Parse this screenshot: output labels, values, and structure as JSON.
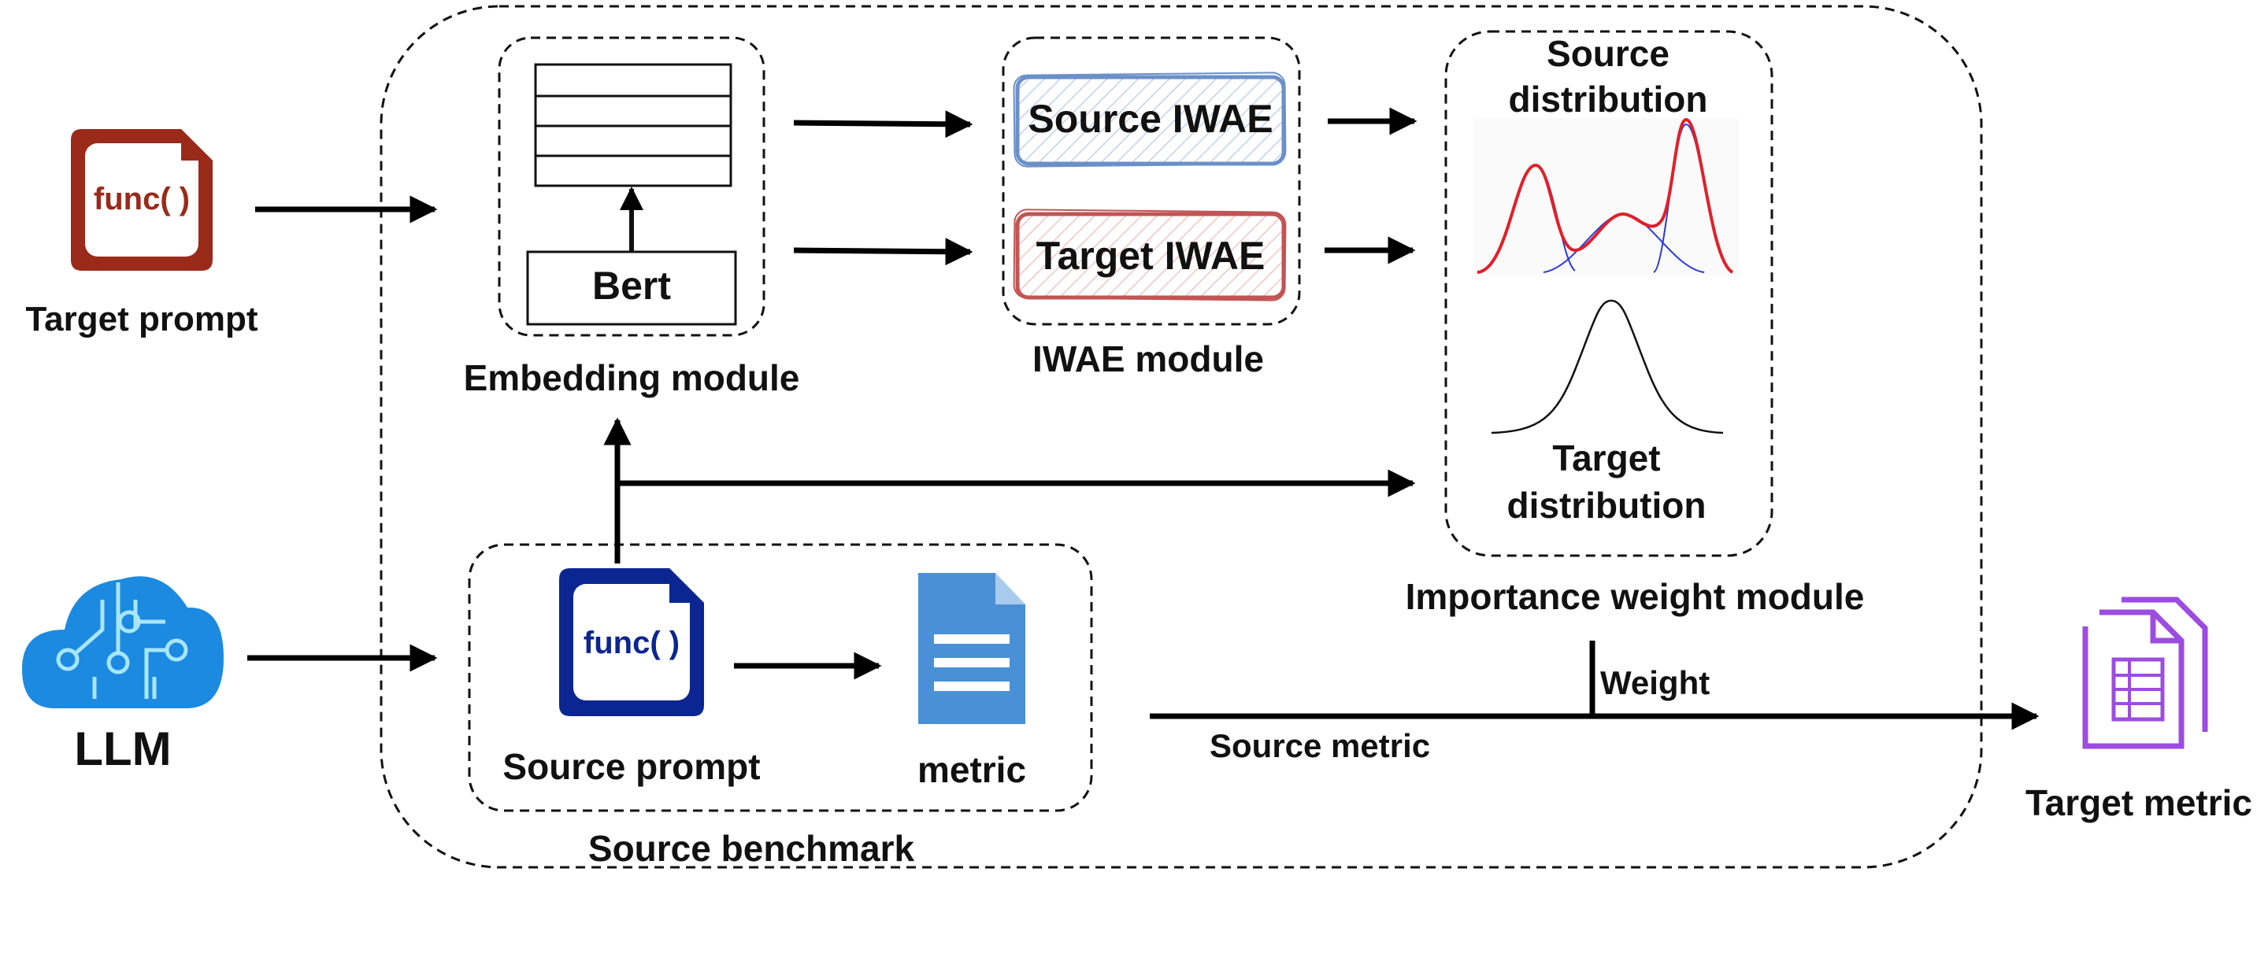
{
  "target_prompt": {
    "icon_text": "func( )",
    "label": "Target prompt"
  },
  "llm": {
    "label": "LLM"
  },
  "embedding_module": {
    "bert_label": "Bert",
    "label": "Embedding module"
  },
  "iwae_module": {
    "source_label": "Source IWAE",
    "target_label": "Target IWAE",
    "label": "IWAE module"
  },
  "importance_weight_module": {
    "source_dist_line1": "Source",
    "source_dist_line2": "distribution",
    "target_dist_line1": "Target",
    "target_dist_line2": "distribution",
    "label": "Importance weight module"
  },
  "source_benchmark": {
    "prompt_icon_text": "func( )",
    "prompt_label": "Source prompt",
    "metric_label": "metric",
    "label": "Source benchmark"
  },
  "flow": {
    "weight_label": "Weight",
    "source_metric_label": "Source metric"
  },
  "target_metric": {
    "label": "Target metric"
  },
  "colors": {
    "target_prompt": "#9a2a1a",
    "source_prompt": "#0b2690",
    "llm_cloud": "#1b8ae0",
    "metric_doc": "#4a90d6",
    "target_metric_doc": "#9c4ce0",
    "source_iwae": "#6b90c8",
    "target_iwae": "#c25454",
    "density_red": "#e0202a",
    "density_blue": "#2a3ad8"
  }
}
